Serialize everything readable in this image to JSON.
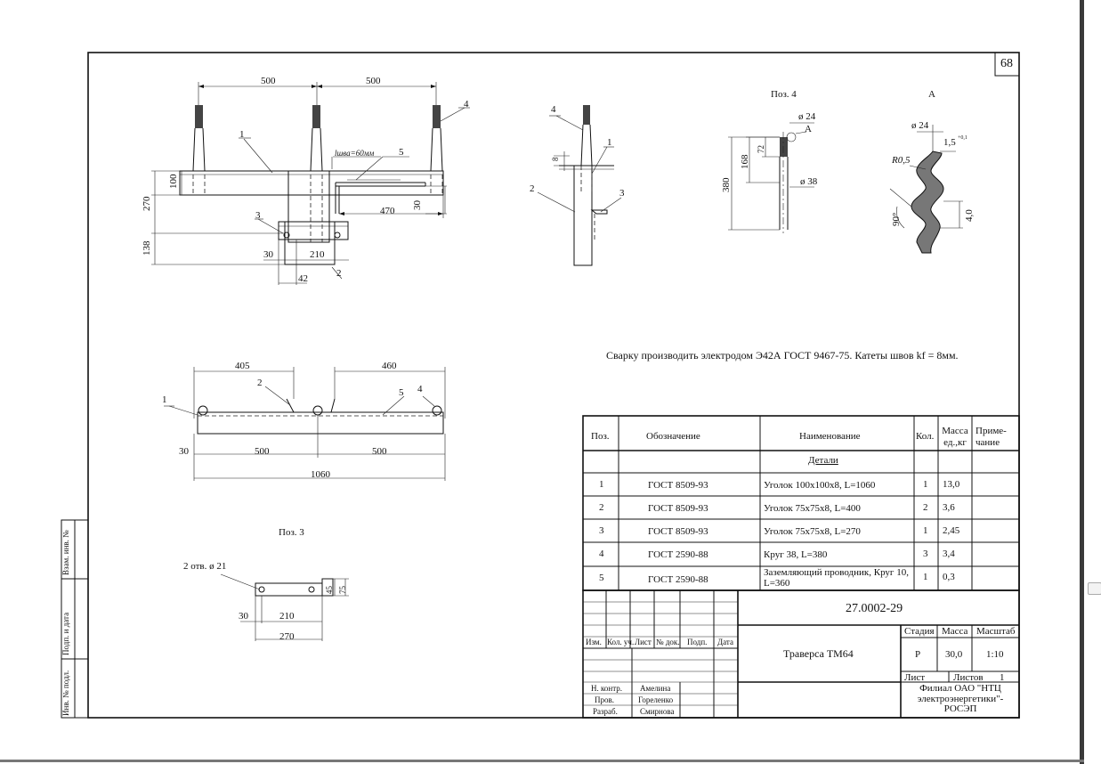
{
  "page_number": "68",
  "drawing": {
    "front_view": {
      "dim_500_left": "500",
      "dim_500_right": "500",
      "dim_270": "270",
      "dim_100": "100",
      "dim_138": "138",
      "dim_470": "470",
      "dim_30_right": "30",
      "dim_30_bottom": "30",
      "dim_210": "210",
      "dim_42": "42",
      "weld_label": "lшва=60мм",
      "callout_1": "1",
      "callout_2": "2",
      "callout_3": "3",
      "callout_4": "4",
      "callout_5": "5"
    },
    "side_view": {
      "callout_4": "4",
      "callout_1": "1",
      "callout_2": "2",
      "callout_3": "3",
      "dim_8": "8"
    },
    "pos4": {
      "title": "Поз. 4",
      "dia_24": "ø 24",
      "dia_38": "ø 38",
      "leader_A": "А",
      "dim_168": "168",
      "dim_72": "72",
      "dim_380": "380"
    },
    "detail_A": {
      "title": "А",
      "dia_24": "ø 24",
      "dim_15": "1,5",
      "dim_15_tol": "+0,1",
      "radius": "R0,5",
      "dim_40": "4,0",
      "angle": "90°"
    },
    "note": "Сварку производить электродом Э42А ГОСТ 9467-75.  Катеты швов kf = 8мм.",
    "top_view": {
      "dim_405": "405",
      "dim_460": "460",
      "dim_30": "30",
      "dim_500_left": "500",
      "dim_500_right": "500",
      "dim_1060": "1060",
      "callout_1": "1",
      "callout_2": "2",
      "callout_4": "4",
      "callout_5": "5"
    },
    "pos3": {
      "title": "Поз. 3",
      "holes": "2 отв.  ø 21",
      "dim_30": "30",
      "dim_210": "210",
      "dim_270": "270",
      "dim_45": "45",
      "dim_75": "75"
    }
  },
  "spec_table": {
    "headers": {
      "pos": "Поз.",
      "designation": "Обозначение",
      "name": "Наименование",
      "qty": "Кол.",
      "mass": "Масса ед.,кг",
      "note": "Приме- чание"
    },
    "section": "Детали",
    "rows": [
      {
        "pos": "1",
        "designation": "ГОСТ 8509-93",
        "name": "Уголок 100х100х8, L=1060",
        "qty": "1",
        "mass": "13,0"
      },
      {
        "pos": "2",
        "designation": "ГОСТ 8509-93",
        "name": "Уголок 75х75х8,  L=400",
        "qty": "2",
        "mass": "3,6"
      },
      {
        "pos": "3",
        "designation": "ГОСТ 8509-93",
        "name": "Уголок 75х75х8,  L=270",
        "qty": "1",
        "mass": "2,45"
      },
      {
        "pos": "4",
        "designation": "ГОСТ 2590-88",
        "name": "Круг 38, L=380",
        "qty": "3",
        "mass": "3,4"
      },
      {
        "pos": "5",
        "designation": "ГОСТ 2590-88",
        "name": "Заземляющий проводник, Круг 10, L=360",
        "qty": "1",
        "mass": "0,3"
      }
    ]
  },
  "title_block": {
    "doc_number": "27.0002-29",
    "title": "Траверса ТМ64",
    "stage_label": "Стадия",
    "mass_label": "Масса",
    "scale_label": "Масштаб",
    "stage": "Р",
    "mass": "30,0",
    "scale": "1:10",
    "sheet_label": "Лист",
    "sheets_label": "Листов",
    "sheets": "1",
    "org": "Филиал ОАО \"НТЦ электроэнергетики\"- РОСЭП",
    "col_headers": [
      "Изм.",
      "Кол. уч.",
      "Лист",
      "№ док.",
      "Подп.",
      "Дата"
    ],
    "roles": [
      {
        "role": "Н. контр.",
        "name": "Амелина"
      },
      {
        "role": "Пров.",
        "name": "Гореленко"
      },
      {
        "role": "Разраб.",
        "name": "Смирнова"
      }
    ]
  },
  "side_stamp": {
    "inv_podl": "Инв. № подл.",
    "podp_data": "Подп. и дата",
    "vzam_inv": "Взам. инв. №"
  }
}
